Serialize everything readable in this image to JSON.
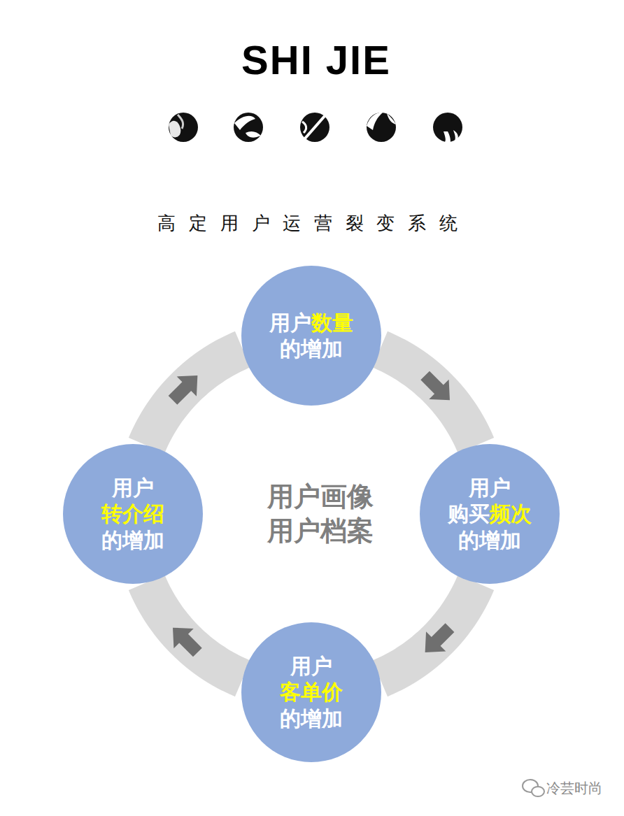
{
  "diagram": {
    "title": "SHI JIE",
    "nodes": [
      {
        "text": [
          "用户",
          "数量",
          "的增加"
        ]
      },
      {
        "text": [
          "用户",
          "购买",
          "频次",
          "的增加"
        ]
      },
      {
        "text": [
          "用户",
          "客单价",
          "的增加"
        ]
      },
      {
        "text": [
          "用户",
          "转介绍",
          "的增加"
        ]
      }
    ],
    "edges": [
      {
        "from": 0,
        "to": 1,
        "arrow": "to"
      },
      {
        "from": 1,
        "to": 2,
        "arrow": "to"
      },
      {
        "from": 2,
        "to": 3,
        "arrow": "to"
      },
      {
        "from": 3,
        "to": 0,
        "arrow": "to"
      }
    ],
    "labels": [
      "高定用户运营裂变系统",
      "用户画像 用户档案",
      "冷芸时尚"
    ]
  }
}
